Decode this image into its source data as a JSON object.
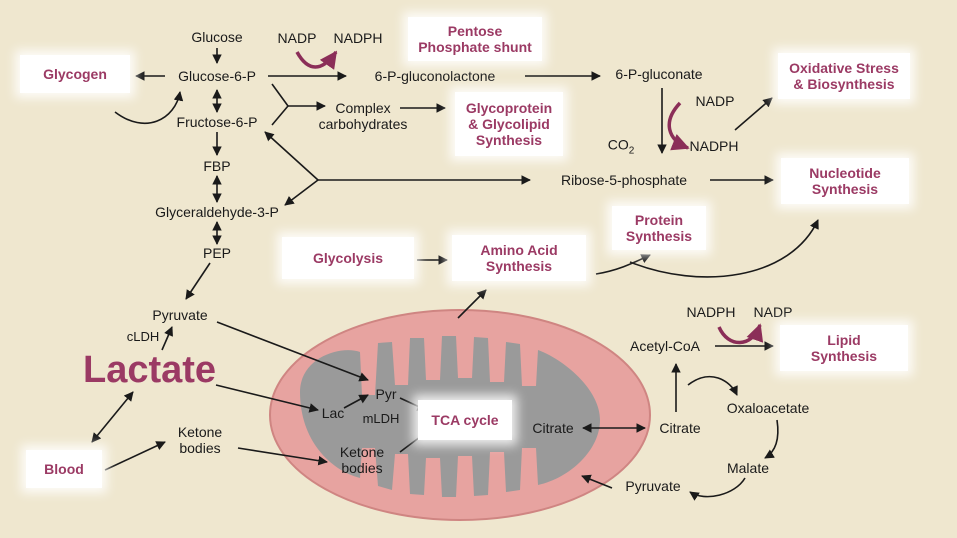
{
  "metabolites": {
    "glucose": "Glucose",
    "glucose6p": "Glucose-6-P",
    "fructose6p": "Fructose-6-P",
    "fbp": "FBP",
    "g3p": "Glyceraldehyde-3-P",
    "pep": "PEP",
    "pyruvate": "Pyruvate",
    "cldh": "cLDH",
    "nadp_top": "NADP",
    "nadph_top": "NADPH",
    "gluconolactone": "6-P-gluconolactone",
    "gluconate": "6-P-gluconate",
    "nadp_right": "NADP",
    "nadph_right": "NADPH",
    "co2": "CO",
    "co2_sub": "2",
    "complex_carbs_line1": "Complex",
    "complex_carbs_line2": "carbohydrates",
    "ribose5p": "Ribose-5-phosphate",
    "ketone_bodies_line1": "Ketone",
    "ketone_bodies_line2": "bodies",
    "mito_ketone_line1": "Ketone",
    "mito_ketone_line2": "bodies",
    "lac": "Lac",
    "pyr": "Pyr",
    "mldh": "mLDH",
    "citrate_in": "Citrate",
    "citrate_out": "Citrate",
    "oxaloacetate": "Oxaloacetate",
    "malate": "Malate",
    "pyruvate_right": "Pyruvate",
    "acetyl_coa": "Acetyl-CoA",
    "nadph_lipid": "NADPH",
    "nadp_lipid": "NADP"
  },
  "boxes": {
    "glycogen": "Glycogen",
    "pentose_line1": "Pentose",
    "pentose_line2": "Phosphate shunt",
    "oxidative_line1": "Oxidative Stress",
    "oxidative_line2": "& Biosynthesis",
    "glycoprotein_line1": "Glycoprotein",
    "glycoprotein_line2": "& Glycolipid",
    "glycoprotein_line3": "Synthesis",
    "nucleotide_line1": "Nucleotide",
    "nucleotide_line2": "Synthesis",
    "protein_line1": "Protein",
    "protein_line2": "Synthesis",
    "glycolysis": "Glycolysis",
    "amino_line1": "Amino Acid",
    "amino_line2": "Synthesis",
    "lipid_line1": "Lipid",
    "lipid_line2": "Synthesis",
    "tca": "TCA cycle",
    "blood": "Blood"
  },
  "lactate": "Lactate",
  "colors": {
    "background": "#efe7cf",
    "accent": "#9b3a64",
    "mito_membrane": "#e7a3a0",
    "mito_matrix": "#9a9a9a",
    "arrow": "#1a1a1a"
  }
}
